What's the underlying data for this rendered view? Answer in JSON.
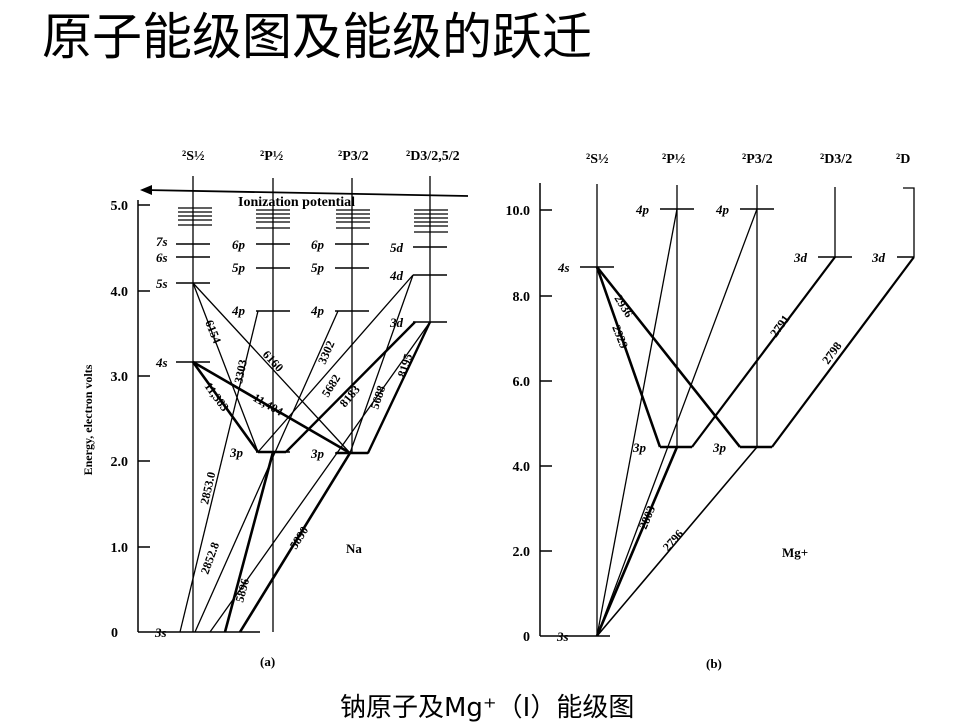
{
  "title": "原子能级图及能级的跃迁",
  "caption": "钠原子及Mg⁺（I）能级图",
  "panel_a": {
    "sublabel": "(a)",
    "element": "Na",
    "ylabel": "Energy, electron volts",
    "ionization": "Ionization potential",
    "y_ticks": [
      "0",
      "1.0",
      "2.0",
      "3.0",
      "4.0",
      "5.0"
    ],
    "columns": [
      "²S½",
      "²P½",
      "²P3/2",
      "²D3/2,5/2"
    ],
    "levels": {
      "s": [
        "3s",
        "4s",
        "5s",
        "6s",
        "7s"
      ],
      "p12": [
        "3p",
        "4p",
        "5p",
        "6p"
      ],
      "p32": [
        "3p",
        "4p",
        "5p",
        "6p"
      ],
      "d": [
        "3d",
        "4d",
        "5d"
      ]
    },
    "wavelengths": [
      "6154",
      "6160",
      "3303",
      "3302",
      "5682",
      "8183",
      "5688",
      "8195",
      "11,383",
      "11,404",
      "2853.0",
      "2852.8",
      "5896",
      "5890"
    ]
  },
  "panel_b": {
    "sublabel": "(b)",
    "element": "Mg+",
    "y_ticks": [
      "0",
      "2.0",
      "4.0",
      "6.0",
      "8.0",
      "10.0"
    ],
    "columns": [
      "²S½",
      "²P½",
      "²P3/2",
      "²D3/2",
      "²D"
    ],
    "levels": {
      "s": [
        "3s",
        "4s"
      ],
      "p12": [
        "3p",
        "4p"
      ],
      "p32": [
        "3p",
        "4p"
      ],
      "d32": [
        "3d"
      ],
      "d52": [
        "3d"
      ]
    },
    "wavelengths": [
      "2936",
      "2929",
      "2791",
      "2798",
      "2803",
      "2796"
    ]
  }
}
